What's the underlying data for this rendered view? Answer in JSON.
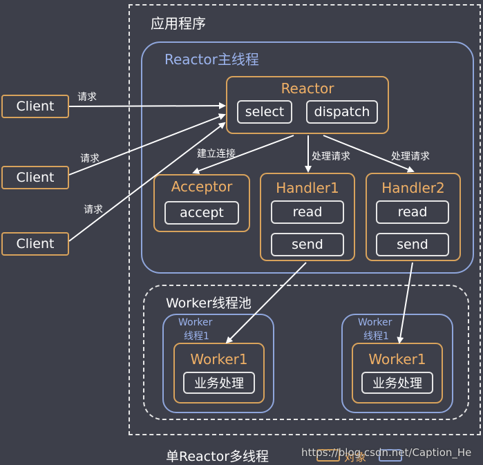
{
  "app_label": "应用程序",
  "main_thread_label": "Reactor主线程",
  "clients": [
    "Client",
    "Client",
    "Client"
  ],
  "request_label": "请求",
  "reactor": {
    "title": "Reactor",
    "select": "select",
    "dispatch": "dispatch"
  },
  "edge_labels": {
    "connect": "建立连接",
    "handle1": "处理请求",
    "handle2": "处理请求"
  },
  "acceptor": {
    "title": "Acceptor",
    "method": "accept"
  },
  "handlers": [
    {
      "title": "Handler1",
      "read": "read",
      "send": "send"
    },
    {
      "title": "Handler2",
      "read": "read",
      "send": "send"
    }
  ],
  "worker_pool_label": "Worker线程池",
  "worker_threads": [
    {
      "line1": "Worker",
      "line2": "线程1",
      "worker": "Worker1",
      "task": "业务处理"
    },
    {
      "line1": "Worker",
      "line2": "线程1",
      "worker": "Worker1",
      "task": "业务处理"
    }
  ],
  "caption": "单Reactor多线程",
  "legend": {
    "object_label": "对象"
  },
  "watermark": "https://blog.csdn.net/Caption_He",
  "colors": {
    "background": "#3d3f4a",
    "object_border": "#d9a35c",
    "thread_border": "#8fa6dc",
    "box_border": "#e6e6e6"
  }
}
